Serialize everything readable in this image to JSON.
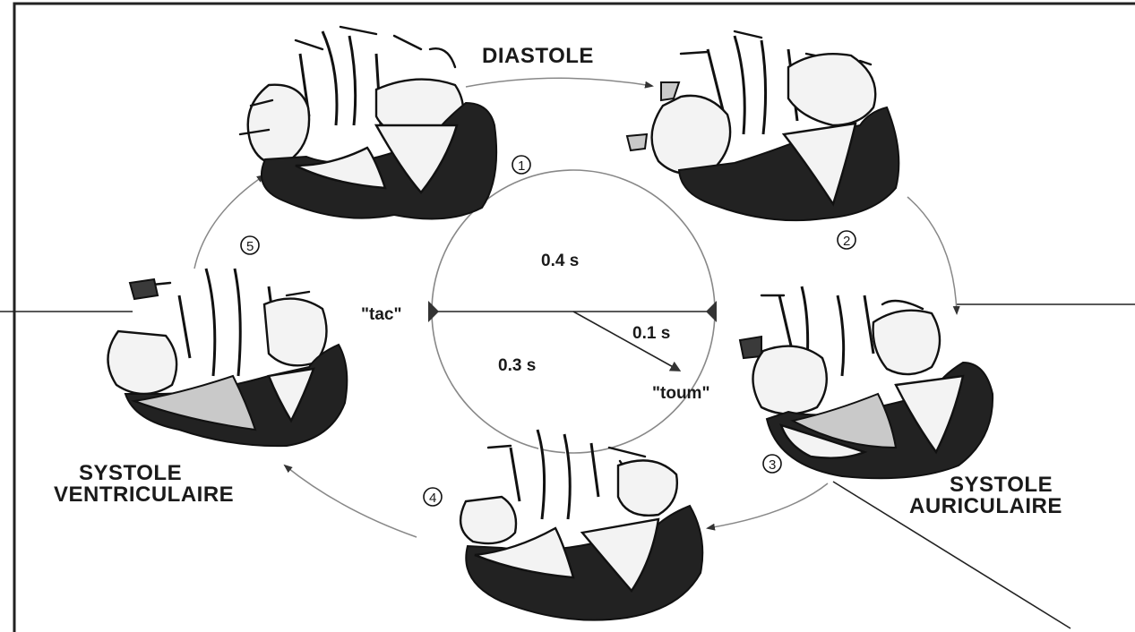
{
  "phases": {
    "diastole": "DIASTOLE",
    "systole_auricular": [
      "SYSTOLE",
      "AURICULAIRE"
    ],
    "systole_ventricular": [
      "SYSTOLE",
      "VENTRICULAIRE"
    ]
  },
  "timing": {
    "top": "0.4 s",
    "right": "0.1 s",
    "bottom": "0.3 s"
  },
  "sounds": {
    "first": "\"tac\"",
    "second": "\"toum\""
  },
  "steps": [
    "①",
    "②",
    "③",
    "④",
    "⑤"
  ],
  "colors": {
    "ink": "#111111",
    "cycle_arrows": "#888888",
    "paper": "#ffffff"
  }
}
